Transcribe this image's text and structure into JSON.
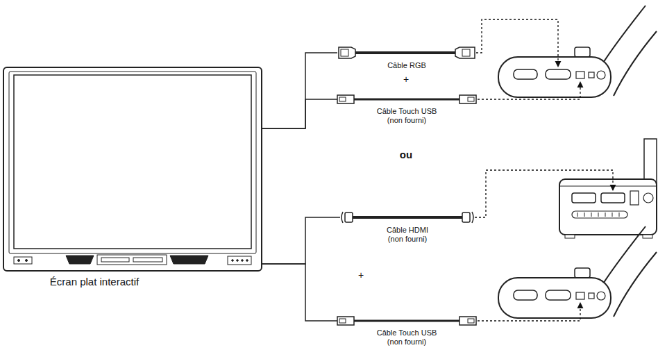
{
  "diagram": {
    "nodes": [
      {
        "text": [
          "Écran plat interactif"
        ]
      },
      {
        "text": [
          "Câble RGB"
        ]
      },
      {
        "text": [
          "Câble Touch USB (non fourni)"
        ]
      },
      {
        "text": [
          "Câble HDMI (non fourni)"
        ]
      },
      {
        "text": [
          "Câble Touch USB (non fourni)"
        ]
      }
    ],
    "edges": [
      {
        "from": 0,
        "to": 1,
        "arrow": "none"
      },
      {
        "from": 0,
        "to": 2,
        "arrow": "none"
      },
      {
        "from": 0,
        "to": 3,
        "arrow": "none"
      },
      {
        "from": 0,
        "to": 4,
        "arrow": "none"
      }
    ],
    "labels": [
      "+",
      "ou",
      "+"
    ]
  }
}
